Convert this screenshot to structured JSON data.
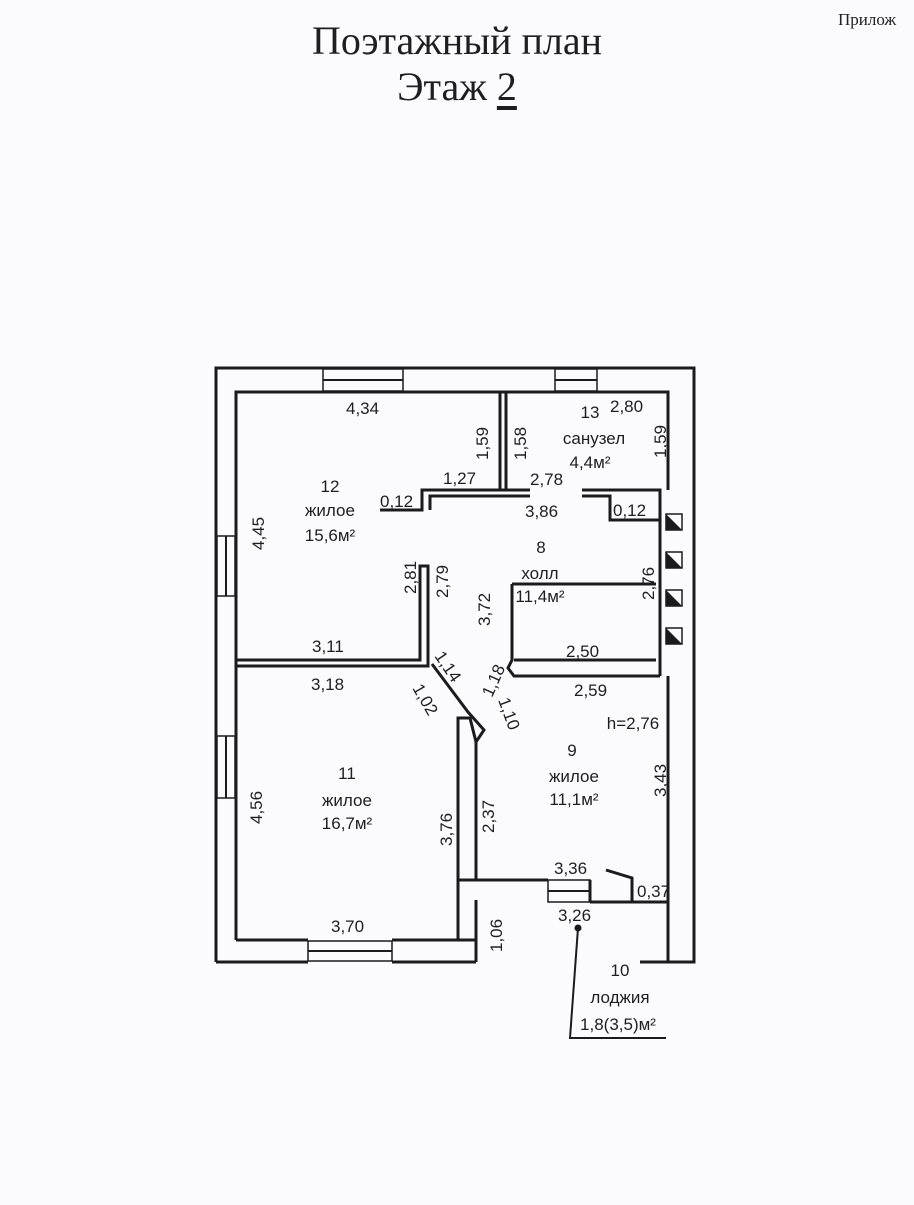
{
  "header": {
    "title_line1": "Поэтажный план",
    "title_prefix": "Этаж ",
    "floor_number": "2",
    "corner_text": "Прилож"
  },
  "rooms": [
    {
      "number": "12",
      "type": "жилое",
      "area": "15,6м²"
    },
    {
      "number": "13",
      "type": "санузел",
      "area": "4,4м²"
    },
    {
      "number": "8",
      "type": "холл",
      "area": "11,4м²"
    },
    {
      "number": "11",
      "type": "жилое",
      "area": "16,7м²"
    },
    {
      "number": "9",
      "type": "жилое",
      "area": "11,1м²"
    },
    {
      "number": "10",
      "type": "лоджия",
      "area": "1,8(3,5)м²"
    }
  ],
  "ceiling_height": "h=2,76",
  "dimensions": [
    "4,34",
    "2,80",
    "1,59",
    "1,58",
    "1,59",
    "0,12",
    "1,27",
    "2,78",
    "3,86",
    "0,12",
    "4,45",
    "2,81",
    "2,79",
    "3,72",
    "2,76",
    "3,11",
    "2,50",
    "3,18",
    "1,14",
    "1,18",
    "2,59",
    "1,02",
    "1,10",
    "3,43",
    "4,56",
    "3,76",
    "2,37",
    "3,36",
    "0,37",
    "3,26",
    "3,70",
    "1,06"
  ],
  "colors": {
    "ink": "#1b1b1b",
    "paper": "#fbfafd"
  }
}
